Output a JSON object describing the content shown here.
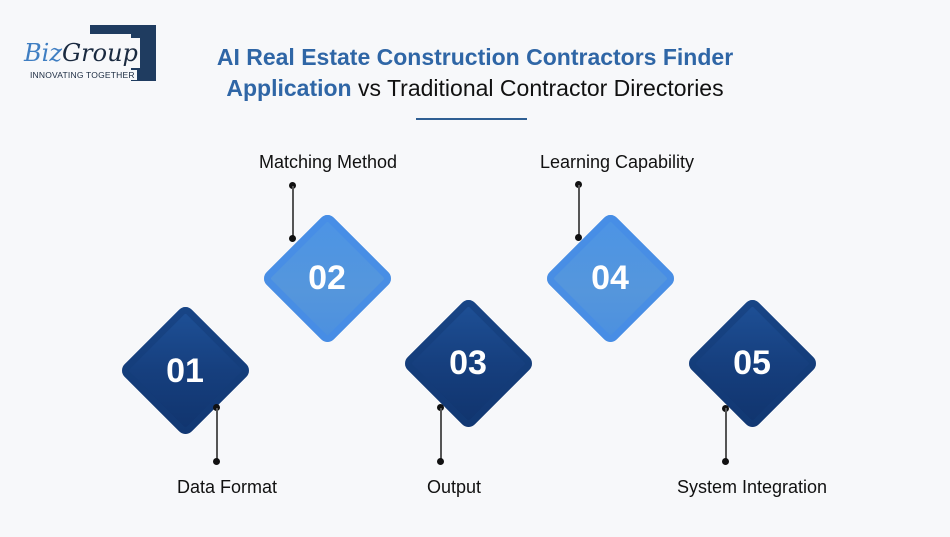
{
  "logo": {
    "name_part1": "Biz",
    "name_part2": "Group",
    "tagline": "INNOVATING TOGETHER"
  },
  "header": {
    "title_highlight_line1": "AI Real Estate Construction Contractors Finder",
    "title_highlight_line2": "Application",
    "title_plain": " vs Traditional Contractor Directories"
  },
  "colors": {
    "dark_blue": "#163f7e",
    "light_blue": "#4b94e6",
    "title_blue": "#2f66a6",
    "background": "#f7f8fa"
  },
  "steps": [
    {
      "number": "01",
      "label": "Data Format",
      "style": "dark",
      "label_position": "below"
    },
    {
      "number": "02",
      "label": "Matching Method",
      "style": "light",
      "label_position": "above"
    },
    {
      "number": "03",
      "label": "Output",
      "style": "dark",
      "label_position": "below"
    },
    {
      "number": "04",
      "label": "Learning Capability",
      "style": "light",
      "label_position": "above"
    },
    {
      "number": "05",
      "label": "System Integration",
      "style": "dark",
      "label_position": "below"
    }
  ]
}
